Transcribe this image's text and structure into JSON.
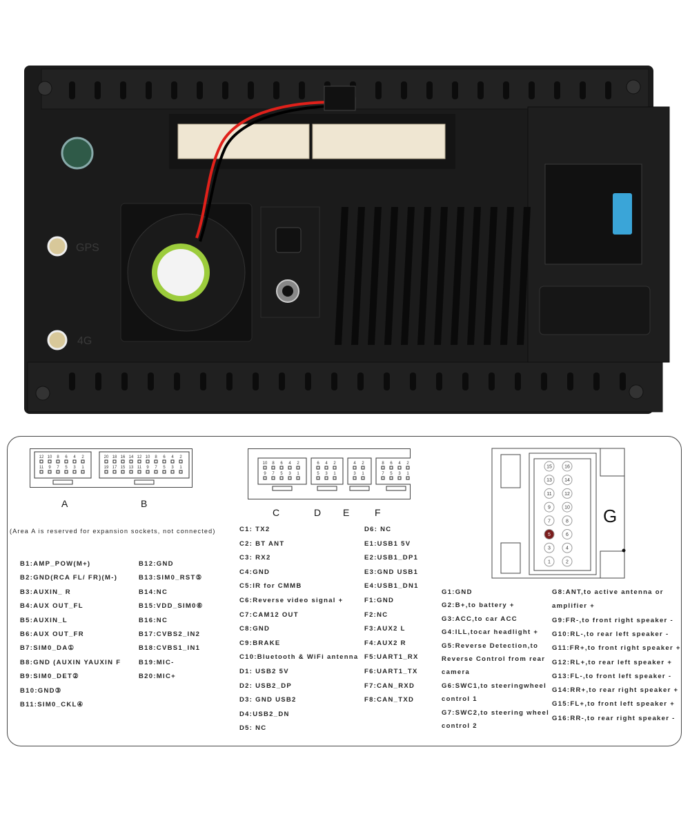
{
  "device": {
    "labels": {
      "gps": "GPS",
      "lte": "4G"
    },
    "colors": {
      "housing": "#1b1b1b",
      "connector": "#efe6d2",
      "wire_red": "#e0201a",
      "fuse": "#3aa5d8",
      "fan_label": "#9ccc3c",
      "antenna_port": "#2f5a48"
    }
  },
  "connectors": {
    "ab": {
      "A": {
        "label": "A",
        "top": [
          "12",
          "10",
          "8",
          "6",
          "4",
          "2"
        ],
        "bottom": [
          "11",
          "9",
          "7",
          "5",
          "3",
          "1"
        ]
      },
      "B": {
        "label": "B",
        "top": [
          "20",
          "18",
          "16",
          "14",
          "12",
          "10",
          "8",
          "6",
          "4",
          "2"
        ],
        "bottom": [
          "19",
          "17",
          "15",
          "13",
          "11",
          "9",
          "7",
          "5",
          "3",
          "1"
        ]
      },
      "note": "(Area A is reserved for expansion sockets, not connected)"
    },
    "cdef": {
      "C": {
        "label": "C",
        "top": [
          "10",
          "8",
          "6",
          "4",
          "2"
        ],
        "bottom": [
          "9",
          "7",
          "5",
          "3",
          "1"
        ]
      },
      "D": {
        "label": "D",
        "top": [
          "6",
          "4",
          "2"
        ],
        "bottom": [
          "5",
          "3",
          "1"
        ]
      },
      "E": {
        "label": "E",
        "top": [
          "4",
          "2"
        ],
        "bottom": [
          "3",
          "1"
        ]
      },
      "F": {
        "label": "F",
        "top": [
          "8",
          "6",
          "4",
          "2"
        ],
        "bottom": [
          "7",
          "5",
          "3",
          "1"
        ]
      }
    },
    "G": {
      "label": "G",
      "rows": [
        [
          "15",
          "16"
        ],
        [
          "13",
          "14"
        ],
        [
          "11",
          "12"
        ],
        [
          "9",
          "10"
        ],
        [
          "7",
          "8"
        ],
        [
          "5",
          "6"
        ],
        [
          "3",
          "4"
        ],
        [
          "1",
          "2"
        ]
      ],
      "highlight_pin": "5",
      "highlight_color": "#7a1c1c"
    }
  },
  "pinout": {
    "b_left": [
      "B1:AMP_POW(M+)",
      "B2:GND(RCA FL/ FR)(M-)",
      "B3:AUXIN_ R",
      "B4:AUX OUT_FL",
      "B5:AUXIN_L",
      "B6:AUX OUT_FR",
      "B7:SIM0_DA①",
      "B8:GND (AUXIN YAUXIN F",
      "B9:SIM0_DET②",
      "B10:GND③",
      "B11:SIM0_CKL④"
    ],
    "b_right": [
      "B12:GND",
      "B13:SIM0_RST⑤",
      "B14:NC",
      "B15:VDD_SIM0⑥",
      "B16:NC",
      "B17:CVBS2_IN2",
      "B18:CVBS1_IN1",
      "B19:MIC-",
      "B20:MIC+"
    ],
    "cd_left": [
      "C1: TX2",
      "C2: BT ANT",
      "C3: RX2",
      "C4:GND",
      "C5:IR for CMMB",
      "C6:Reverse video signal +",
      "C7:CAM12 OUT",
      "C8:GND",
      "C9:BRAKE",
      "C10:Bluetooth & WiFi antenna",
      "D1: USB2 5V",
      "D2: USB2_DP",
      "D3: GND USB2",
      "D4:USB2_DN",
      "D5: NC"
    ],
    "def_right": [
      "D6: NC",
      "E1:USB1 5V",
      "E2:USB1_DP1",
      "E3:GND USB1",
      "E4:USB1_DN1",
      "F1:GND",
      "F2:NC",
      "F3:AUX2 L",
      "F4:AUX2 R",
      "F5:UART1_RX",
      "F6:UART1_TX",
      "F7:CAN_RXD",
      "F8:CAN_TXD"
    ],
    "g_left": [
      "G1:GND",
      "G2:B+,to battery +",
      "G3:ACC,to car ACC",
      "G4:ILL,tocar headlight +",
      "G5:Reverse Detection,to",
      "Reverse Control from rear",
      "camera",
      "G6:SWC1,to steeringwheel",
      "control 1",
      "G7:SWC2,to steering wheel",
      "control 2"
    ],
    "g_right": [
      "G8:ANT,to active antenna or",
      "amplifier +",
      "G9:FR-,to front right speaker -",
      "G10:RL-,to rear left speaker -",
      "G11:FR+,to front right speaker +",
      "G12:RL+,to rear left speaker +",
      "G13:FL-,to front left speaker -",
      "G14:RR+,to rear right speaker +",
      "G15:FL+,to front left speaker +",
      "G16:RR-,to rear right speaker -"
    ]
  }
}
